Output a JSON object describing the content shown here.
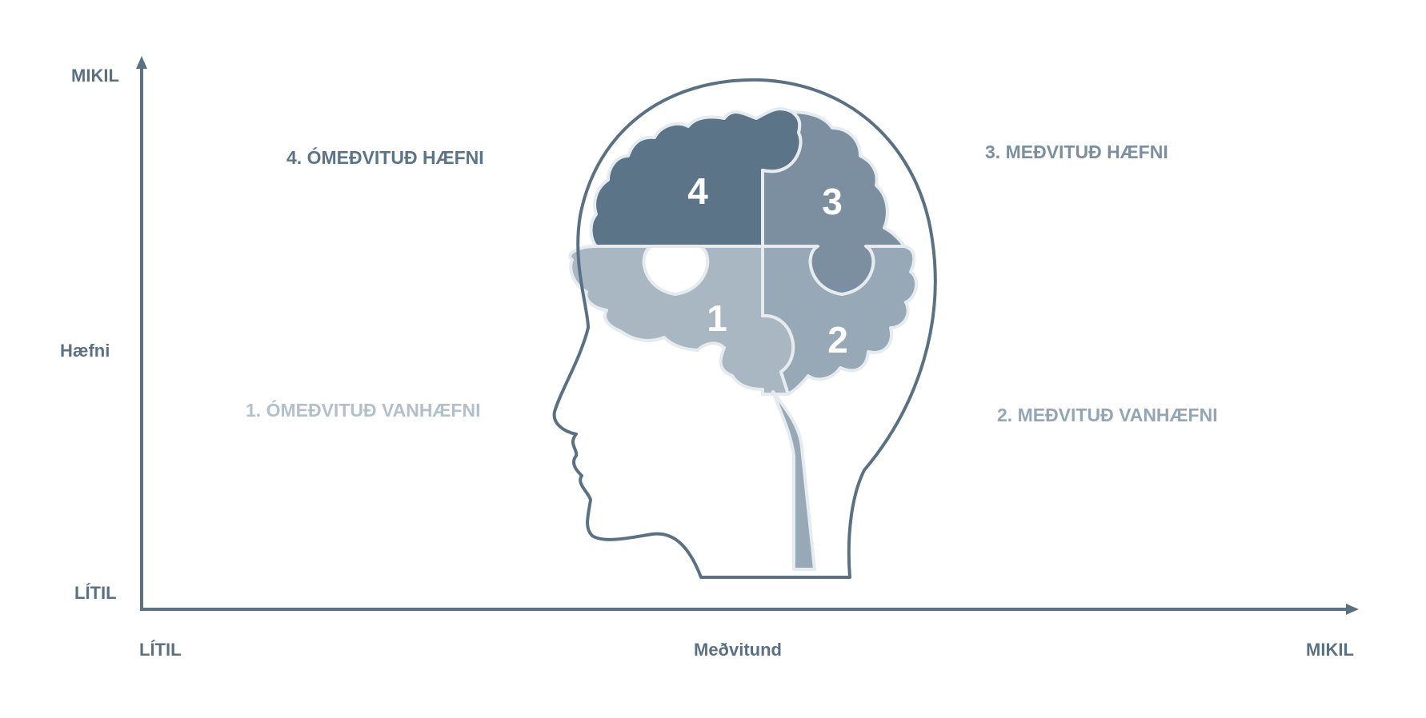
{
  "axes": {
    "y_high": "MIKIL",
    "y_title": "Hæfni",
    "y_low": "LÍTIL",
    "x_low": "LÍTIL",
    "x_title": "Meðvitund",
    "x_high": "MIKIL"
  },
  "quadrants": [
    {
      "id": "4",
      "label": "4. ÓMEÐVITUÐ HÆFNI"
    },
    {
      "id": "3",
      "label": "3. MEÐVITUÐ HÆFNI"
    },
    {
      "id": "1",
      "label": "1. ÓMEÐVITUÐ VANHÆFNI"
    },
    {
      "id": "2",
      "label": "2. MEÐVITUÐ VANHÆFNI"
    }
  ],
  "pieces": [
    {
      "id": "4",
      "number": "4"
    },
    {
      "id": "3",
      "number": "3"
    },
    {
      "id": "1",
      "number": "1"
    },
    {
      "id": "2",
      "number": "2"
    }
  ],
  "colors": {
    "axis": "#5a7184",
    "outline": "#5a7184",
    "piece4": "#5b7488",
    "piece3": "#7b8fa0",
    "piece2": "#97a9b7",
    "piece1": "#a9b7c3"
  }
}
